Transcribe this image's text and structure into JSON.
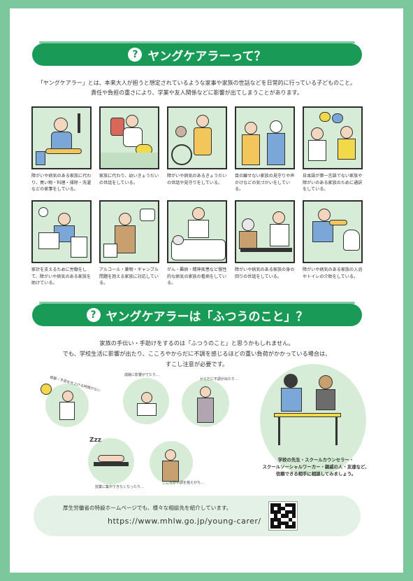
{
  "section1": {
    "icon": "question-icon",
    "question_mark": "?",
    "title": "ヤングケアラーって？",
    "intro_line1": "「ヤングケアラー」とは、本来大人が担うと想定されているような家事や家族の世話などを日常的に行っている子どものこと。",
    "intro_line2": "責任や負担の重さにより、学業や友人関係などに影響が出てしまうことがあります。"
  },
  "examples": [
    {
      "caption": "障がいや病気のある家族に代わり、買い物・料理・掃除・洗濯などの家事をしている。"
    },
    {
      "caption": "家族に代わり、幼いきょうだいの世話をしている。"
    },
    {
      "caption": "障がいや病気のあるきょうだいの世話や見守りをしている。"
    },
    {
      "caption": "目の離せない家族の見守りや声かけなどの気づかいをしている。"
    },
    {
      "caption": "日本語が第一言語でない家族や障がいのある家族のために通訳をしている。"
    },
    {
      "caption": "家計を支えるために労働をして、障がいや病気のある家族を助けている。"
    },
    {
      "caption": "アルコール・薬物・ギャンブル問題を抱える家族に対応している。"
    },
    {
      "caption": "がん・難病・精神疾患など慢性的な病気の家族の看病をしている。"
    },
    {
      "caption": "障がいや病気のある家族の身の回りの世話をしている。"
    },
    {
      "caption": "障がいや病気のある家族の入浴やトイレの介助をしている。"
    }
  ],
  "section2": {
    "icon": "question-icon",
    "question_mark": "?",
    "title": "ヤングケアラーは「ふつうのこと」？",
    "body_line1": "家族の手伝い・手助けをするのは「ふつうのこと」と思うかもしれません。",
    "body_line2": "でも、学校生活に影響が出たり、こころやからだに不調を感じるほどの重い負荷がかかっている場合は、",
    "body_line3": "すこし注意が必要です。"
  },
  "illustration_notes": {
    "late": "宿題・予習を仕上げる時間がない",
    "grades": "成績に影響がでたり…",
    "body": "からだに不調が出たり…",
    "zzz": "Zzz",
    "sleepy": "授業に集中できなくなったり…",
    "mind": "こころが不調を抱えがち…"
  },
  "advice": {
    "line1": "学校の先生・スクールカウンセラー・",
    "line2": "スクールソーシャルワーカー・親戚の人・友達など、",
    "line3": "信頼できる相手に相談してみましょう。"
  },
  "footer": {
    "text": "厚生労働省の特設ホームページでも、様々な相談先を紹介しています。",
    "url": "https://www.mhlw.go.jp/young-carer/",
    "qr": "qr-code"
  },
  "colors": {
    "brand_green": "#199a57",
    "frame_green": "#7dc79d",
    "panel_green": "#d7ecd7",
    "footer_bg": "#e3f1e6"
  }
}
